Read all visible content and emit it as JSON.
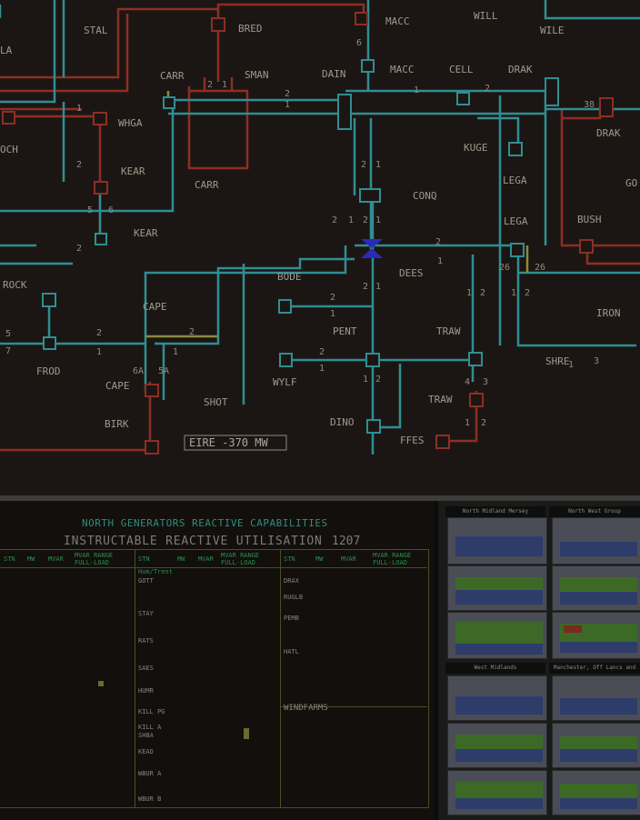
{
  "map": {
    "stations": [
      "STAL",
      "BRED",
      "MACC",
      "WILL",
      "WILE",
      "CARR",
      "SMAN",
      "DAIN",
      "MACC",
      "CELL",
      "DRAK",
      "WHGA",
      "KUGE",
      "DRAK",
      "KEAR",
      "CARR",
      "LEGA",
      "CONQ",
      "KEAR",
      "LEGA",
      "BUSH",
      "ROCK",
      "BODE",
      "DEES",
      "CAPE",
      "PENT",
      "TRAW",
      "IRON",
      "FROD",
      "WYLF",
      "SHRE",
      "CAPE",
      "SHOT",
      "TRAW",
      "BIRK",
      "DINO",
      "FFES",
      "LA",
      "OCH",
      "GO"
    ],
    "line_numbers": [
      "6",
      "2",
      "1",
      "2",
      "1",
      "1",
      "1",
      "2",
      "38",
      "2",
      "1",
      "2",
      "5",
      "6",
      "2",
      "2",
      "1",
      "2",
      "1",
      "2",
      "1",
      "26",
      "26",
      "2",
      "1",
      "1",
      "2",
      "1",
      "2",
      "2",
      "1",
      "5",
      "7",
      "2",
      "1",
      "6A",
      "5A",
      "1",
      "2",
      "4",
      "3",
      "1",
      "2",
      "2",
      "1",
      "1",
      "1",
      "2",
      "3"
    ],
    "interconnector": "EIRE -370 MW",
    "colors": {
      "ac_line": "#2f8e93",
      "red_line": "#8e2e24",
      "busbar_selected": "#2a2ab8"
    }
  },
  "table": {
    "title": "NORTH GENERATORS REACTIVE CAPABILITIES",
    "subtitle": "INSTRUCTABLE REACTIVE UTILISATION",
    "value": "1207",
    "headers": [
      "STN",
      "MW",
      "MVAR",
      "MVAR RANGE FULL-LOAD"
    ],
    "sections": [
      "Hum/Trent",
      "WINDFARMS"
    ],
    "stations_mid": [
      "GOTT",
      "STAY",
      "RATS",
      "SAES",
      "HUMR",
      "KILL PG",
      "KILL A",
      "SHBA",
      "KEAD",
      "WBUR A",
      "WBUR B"
    ],
    "stations_right": [
      "DRAX",
      "RUGLB",
      "PEMB",
      "HATL"
    ]
  },
  "charts": {
    "titles": [
      "North Midland Mersey",
      "North West Group",
      "West Midlands",
      "Manchester, Off Lancs and"
    ]
  }
}
